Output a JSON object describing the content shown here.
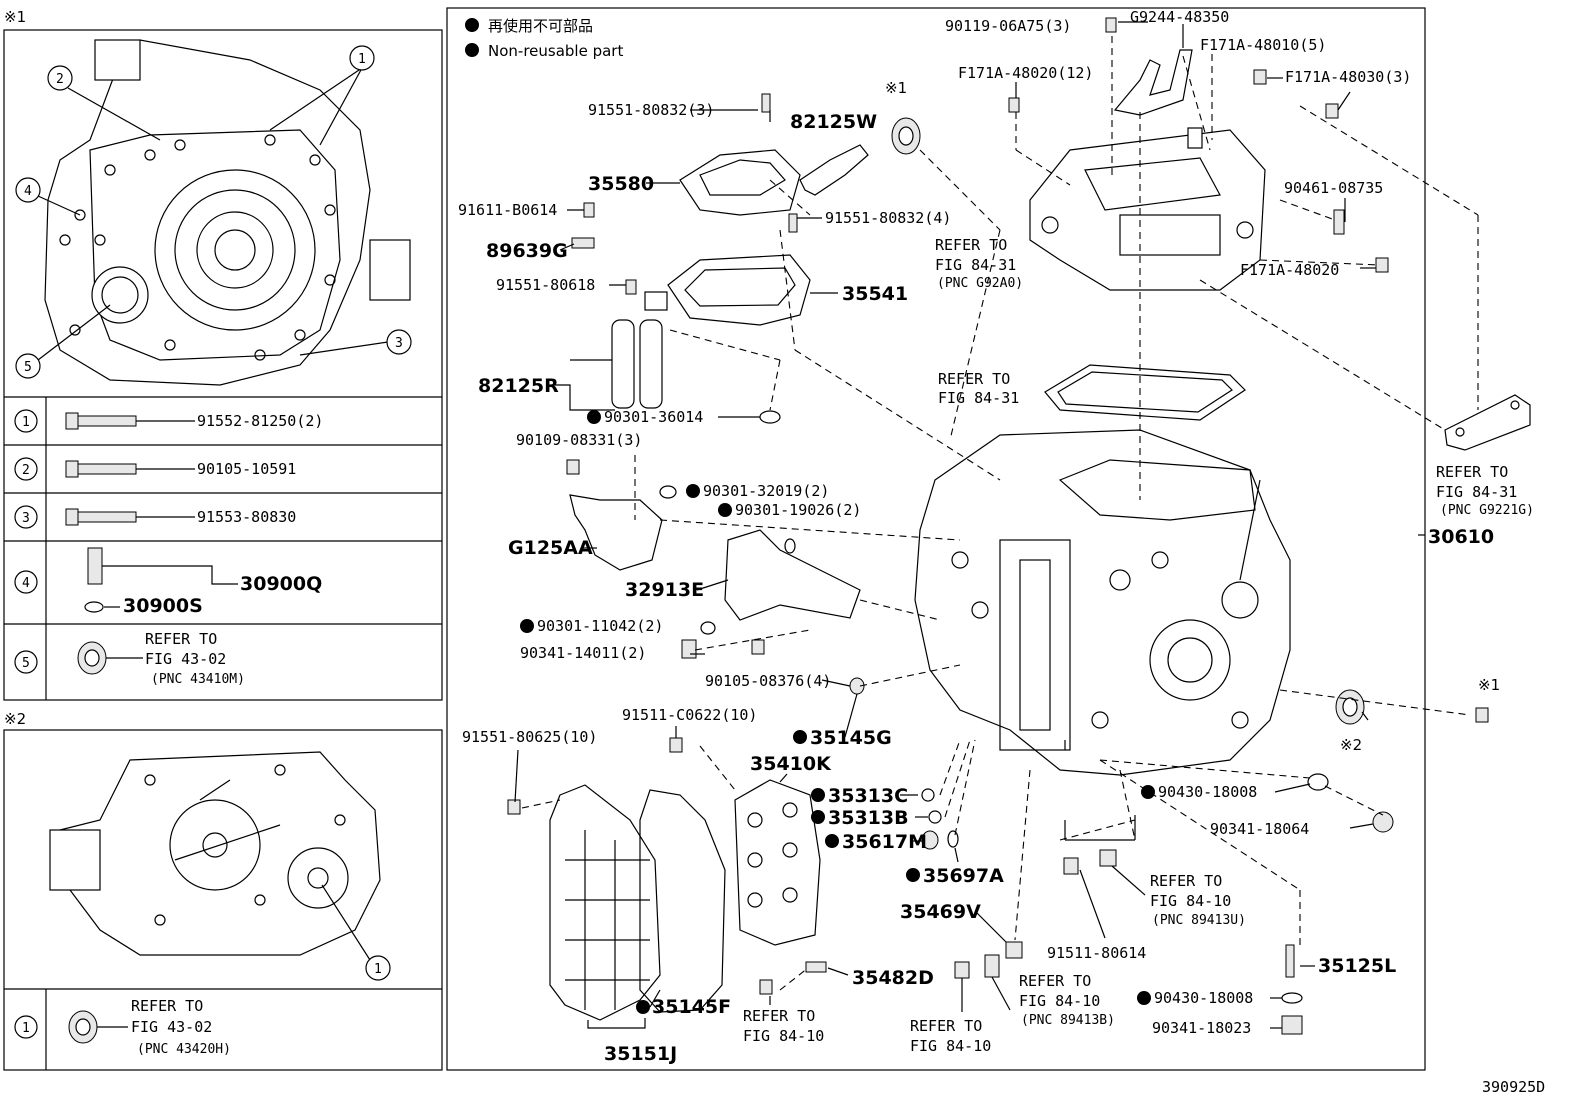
{
  "marks": {
    "note1": "※1",
    "note2": "※2"
  },
  "legend": {
    "jp": "再使用不可部品",
    "en": "Non-reusable part"
  },
  "callouts": [
    "1",
    "2",
    "3",
    "4",
    "5"
  ],
  "figure_id": "390925D",
  "refer": {
    "line1": "REFER TO",
    "fig_43_02": "FIG 43-02",
    "pnc_43410m": "(PNC 43410M)",
    "pnc_43420h": "(PNC 43420H)",
    "fig_84_31": "FIG 84-31",
    "pnc_g92a0": "(PNC G92A0)",
    "pnc_g9221g": "(PNC G9221G)",
    "fig_84_10": "FIG 84-10",
    "pnc_89413u": "(PNC 89413U)",
    "pnc_89413b": "(PNC 89413B)"
  },
  "left_table": [
    {
      "no": "1",
      "part": "91552-81250(2)"
    },
    {
      "no": "2",
      "part": "90105-10591"
    },
    {
      "no": "3",
      "part": "91553-80830"
    }
  ],
  "row4": {
    "no": "4",
    "a": "30900Q",
    "b": "30900S"
  },
  "row5": {
    "no": "5"
  },
  "lower_row": {
    "no": "1"
  },
  "parts": {
    "p90119": "90119-06A75(3)",
    "pG9244": "G9244-48350",
    "pF171A_10": "F171A-48010(5)",
    "pF171A_20_12": "F171A-48020(12)",
    "pF171A_30": "F171A-48030(3)",
    "p91551_832_3": "91551-80832(3)",
    "p82125W": "82125W",
    "p35580": "35580",
    "p91611": "91611-B0614",
    "p91551_832_4": "91551-80832(4)",
    "p90461": "90461-08735",
    "p89639G": "89639G",
    "pF171A_20": "F171A-48020",
    "p91551_618": "91551-80618",
    "p35541": "35541",
    "p82125R": "82125R",
    "p90301_36014": "90301-36014",
    "p90109": "90109-08331(3)",
    "p90301_32019": "90301-32019(2)",
    "p90301_19026": "90301-19026(2)",
    "pG125AA": "G125AA",
    "p32913E": "32913E",
    "p30610": "30610",
    "p90301_11042": "90301-11042(2)",
    "p90341_14011": "90341-14011(2)",
    "p90105_08376": "90105-08376(4)",
    "p91511_C0622": "91511-C0622(10)",
    "p91551_625": "91551-80625(10)",
    "p35145G": "35145G",
    "p35410K": "35410K",
    "p35313C": "35313C",
    "p35313B": "35313B",
    "p35617M": "35617M",
    "p35697A": "35697A",
    "p90430_a": "90430-18008",
    "p90341_18064": "90341-18064",
    "p35469V": "35469V",
    "p91511_80614": "91511-80614",
    "p35125L": "35125L",
    "p35482D": "35482D",
    "p35145F": "35145F",
    "p35151J": "35151J",
    "p90430_b": "90430-18008",
    "p90341_18023": "90341-18023"
  }
}
